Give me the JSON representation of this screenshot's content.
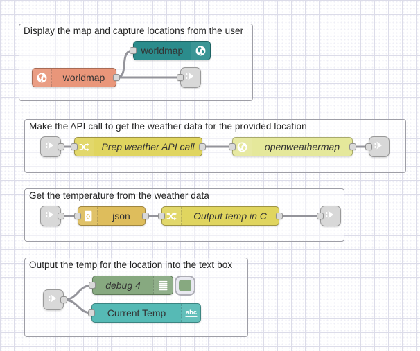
{
  "palette": {
    "canvas_bg": "#ffffff",
    "grid_line": "#dcdce9",
    "grid_dot": "#eeeef6",
    "wire": "#94949b",
    "port_fill": "#d9d9d9",
    "port_border": "#919191",
    "group_border": "#9e9ea6",
    "node_text": "#333333"
  },
  "groups": [
    {
      "label": "Display the map and capture locations from the user",
      "nodes": [
        {
          "label": "worldmap",
          "icon": "globe-icon",
          "color": "#2b8c8c",
          "border": "#1d6363"
        },
        {
          "label": "worldmap",
          "icon": "globe-icon",
          "color": "#e9967a",
          "border": "#a86b55"
        },
        {
          "label": "",
          "icon": "link-icon",
          "color": "#d8d8d8",
          "border": "#999999"
        }
      ]
    },
    {
      "label": "Make the API call to get the weather data for the provided location",
      "nodes": [
        {
          "label": "",
          "icon": "link-icon",
          "color": "#d8d8d8",
          "border": "#999999"
        },
        {
          "label": "Prep weather API call",
          "icon": "shuffle-icon",
          "color": "#e0d55f",
          "border": "#9e9443"
        },
        {
          "label": "openweathermap",
          "icon": "globe-icon",
          "color": "#e5e89b",
          "border": "#a8aa6c"
        },
        {
          "label": "",
          "icon": "link-icon",
          "color": "#d8d8d8",
          "border": "#999999"
        }
      ]
    },
    {
      "label": "Get the temperature from the weather data",
      "nodes": [
        {
          "label": "",
          "icon": "link-icon",
          "color": "#d8d8d8",
          "border": "#999999"
        },
        {
          "label": "json",
          "icon": "json-icon",
          "icon_text": "{}",
          "color": "#debd5c",
          "border": "#9f8640"
        },
        {
          "label": "Output temp in C",
          "icon": "shuffle-icon",
          "color": "#e0d55f",
          "border": "#9e9443"
        },
        {
          "label": "",
          "icon": "link-icon",
          "color": "#d8d8d8",
          "border": "#999999"
        }
      ]
    },
    {
      "label": "Output the temp for the location into the text box",
      "nodes": [
        {
          "label": "",
          "icon": "link-icon",
          "color": "#d8d8d8",
          "border": "#999999"
        },
        {
          "label": "debug 4",
          "icon": "debug-icon",
          "color": "#87a980",
          "border": "#5f7a59"
        },
        {
          "label": "Current Temp",
          "icon": "abc-icon",
          "icon_text": "abc",
          "color": "#56bab5",
          "border": "#3c8581"
        }
      ]
    }
  ]
}
